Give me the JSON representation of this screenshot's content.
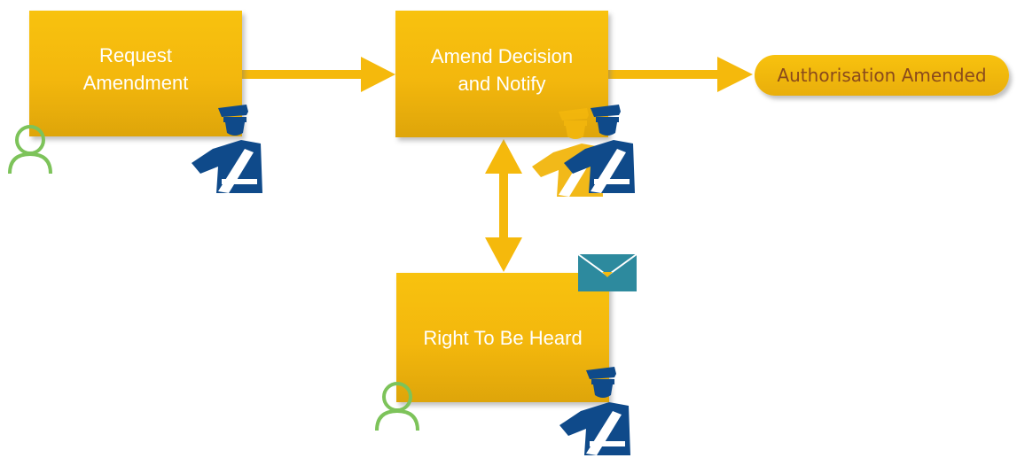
{
  "nodes": {
    "request_amendment": "Request\nAmendment",
    "amend_decision": "Amend Decision\nand Notify",
    "right_to_be_heard": "Right To Be Heard",
    "authorisation_amended": "Authorisation Amended"
  },
  "colors": {
    "box": "#f6bd0e",
    "arrow": "#f5b90c",
    "terminal_text": "#8a4a1c",
    "officer": "#0f4a8a",
    "user_outline": "#7dc35a",
    "envelope": "#2d8a9e"
  },
  "icons": {
    "user": "person-outline-icon",
    "officer": "officer-icon",
    "envelope": "envelope-icon"
  }
}
